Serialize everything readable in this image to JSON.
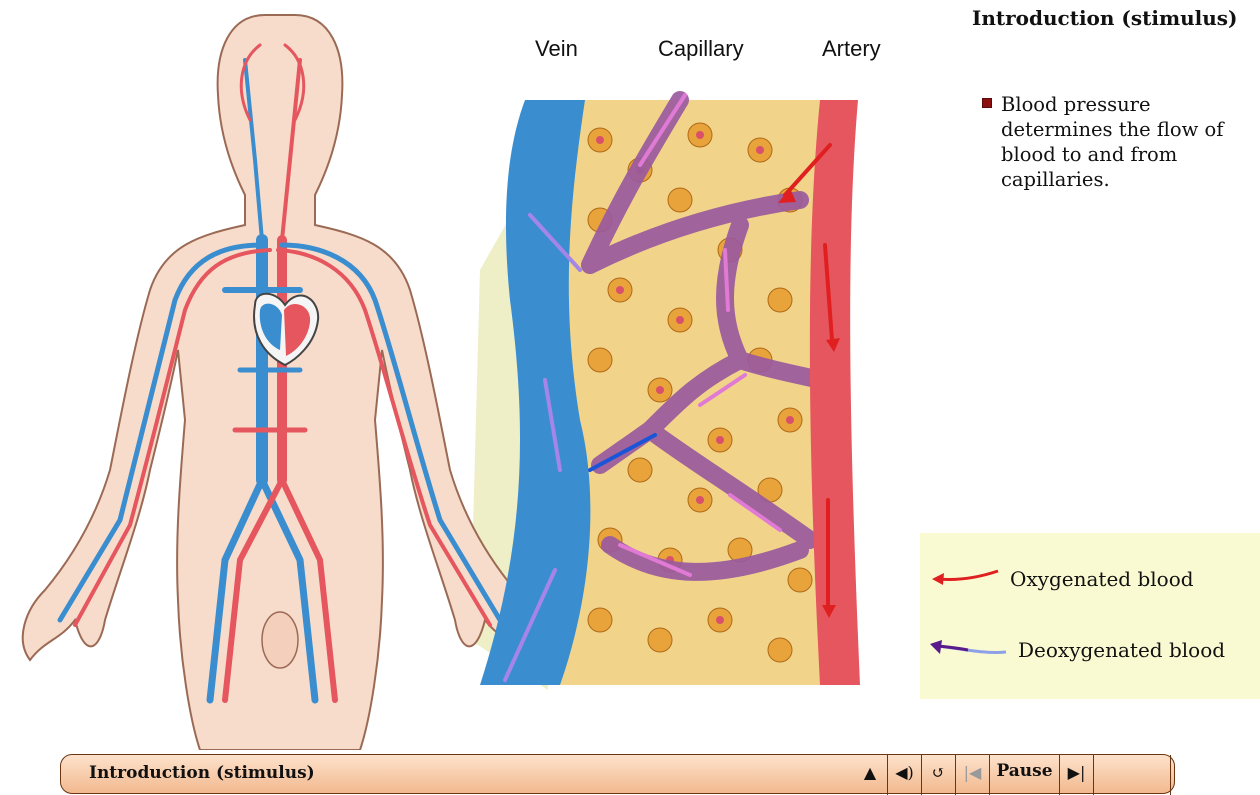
{
  "labels": {
    "vein": "Vein",
    "capillary": "Capillary",
    "artery": "Artery"
  },
  "panel": {
    "title": "Introduction (stimulus)",
    "bullet": "Blood pressure determines the flow of blood to and from capillaries."
  },
  "legend": {
    "oxygenated": "Oxygenated blood",
    "deoxygenated": "Deoxygenated blood",
    "oxygenated_color": "#e02020",
    "deoxygenated_color": "#5a1a8c"
  },
  "controls": {
    "title": "Introduction (stimulus)",
    "pause_label": "Pause",
    "icons": [
      "up-arrow-icon",
      "speaker-icon",
      "replay-icon",
      "previous-icon",
      "next-icon"
    ]
  },
  "colors": {
    "artery": "#e5565e",
    "vein": "#3a8ed0",
    "tissue": "#e8a33a",
    "legend_bg": "#fafad2",
    "controlbar": "#f2b98f"
  }
}
